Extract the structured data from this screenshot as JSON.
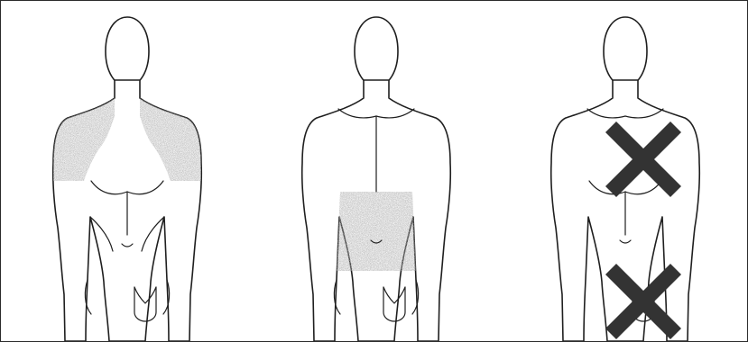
{
  "colors": {
    "outline": "#1f1f1f",
    "shading": "#777777",
    "cross_mark": "#333333",
    "background": "#ffffff"
  },
  "figures": [
    {
      "panel": "left",
      "shaded_regions": [
        "left-shoulder",
        "right-shoulder"
      ],
      "marks": []
    },
    {
      "panel": "center",
      "shaded_regions": [
        "abdomen"
      ],
      "marks": []
    },
    {
      "panel": "right",
      "shaded_regions": [],
      "marks": [
        "cross-mark-chest",
        "cross-mark-lower-abdomen"
      ]
    }
  ]
}
